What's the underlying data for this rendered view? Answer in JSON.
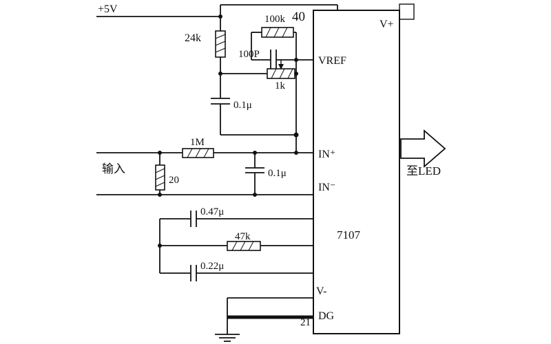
{
  "diagram": {
    "kind": "circuit-schematic",
    "ic": {
      "part": "7107",
      "pins": {
        "vplus": "V+",
        "pin40": "40",
        "vref": "VREF",
        "in_plus": "IN⁺",
        "in_minus": "IN⁻",
        "vminus": "V-",
        "dg": "DG",
        "pin21": "21"
      }
    },
    "components": {
      "supply": "+5V",
      "r24k": "24k",
      "r100k": "100k",
      "c100p": "100P",
      "pot1k": "1k",
      "c01u_ref": "0.1μ",
      "r1m": "1M",
      "r20": "20",
      "c01u_in": "0.1μ",
      "c047u": "0.47μ",
      "r47k": "47k",
      "c022u": "0.22μ"
    },
    "annotations": {
      "input_label": "输入",
      "output_label": "至LED"
    },
    "colors": {
      "ink": "#111111",
      "background": "#ffffff"
    }
  }
}
